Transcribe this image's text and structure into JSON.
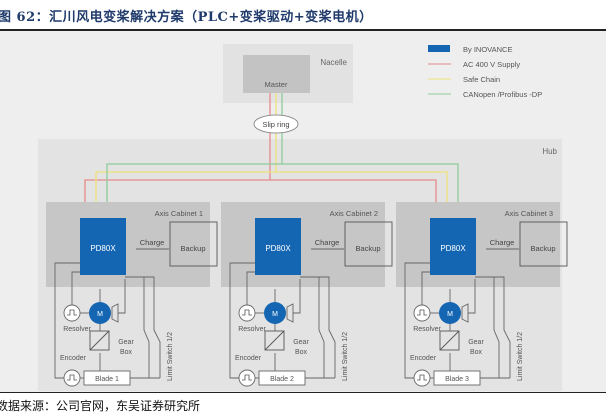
{
  "caption": "图 62：汇川风电变桨解决方案（PLC+变桨驱动+变桨电机）",
  "source": "数据来源：公司官网，东吴证券研究所",
  "colors": {
    "inovance_blue": "#1466b3",
    "ac_supply": "#e88a8a",
    "safe_chain": "#efe27a",
    "canopen": "#8fcc9c"
  },
  "diagram": {
    "nacelle_label": "Nacelle",
    "master_label": "Master",
    "slip_ring_label": "Slip ring",
    "hub_label": "Hub",
    "legend": [
      {
        "label": "By INOVANCE",
        "kind": "block"
      },
      {
        "label": "AC 400 V Supply",
        "kind": "line"
      },
      {
        "label": "Safe Chain",
        "kind": "line"
      },
      {
        "label": "CANopen /Profibus  -DP",
        "kind": "line"
      }
    ],
    "cabinets": [
      {
        "title": "Axis Cabinet  1",
        "drive": "PD80X",
        "charge": "Charge",
        "backup": "Backup",
        "motor": "M",
        "resolver": "Resolver",
        "gearbox": [
          "Gear",
          "Box"
        ],
        "encoder": "Encoder",
        "blade": "Blade  1",
        "limit_switch": "Limit Switch  1/2"
      },
      {
        "title": "Axis Cabinet  2",
        "drive": "PD80X",
        "charge": "Charge",
        "backup": "Backup",
        "motor": "M",
        "resolver": "Resolver",
        "gearbox": [
          "Gear",
          "Box"
        ],
        "encoder": "Encoder",
        "blade": "Blade  2",
        "limit_switch": "Limit Switch  1/2"
      },
      {
        "title": "Axis Cabinet  3",
        "drive": "PD80X",
        "charge": "Charge",
        "backup": "Backup",
        "motor": "M",
        "resolver": "Resolver",
        "gearbox": [
          "Gear",
          "Box"
        ],
        "encoder": "Encoder",
        "blade": "Blade  3",
        "limit_switch": "Limit Switch  1/2"
      }
    ]
  }
}
